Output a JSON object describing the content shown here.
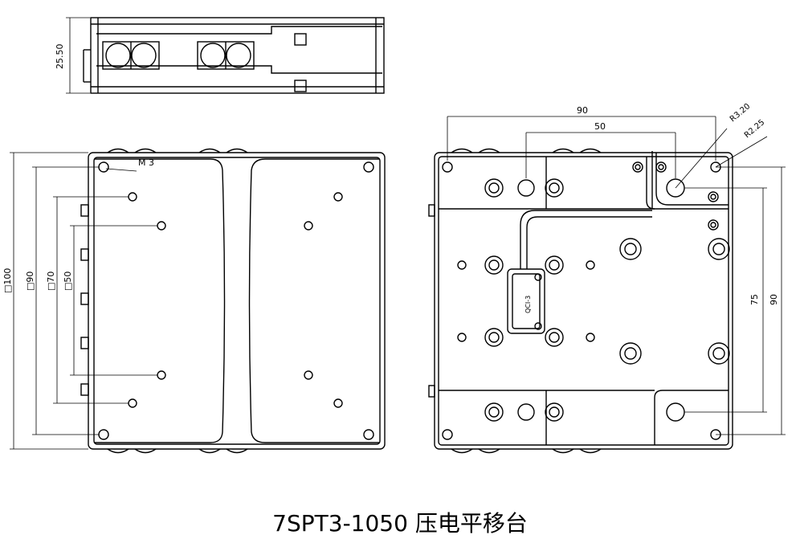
{
  "caption": "7SPT3-1050 压电平移台",
  "dimensions": {
    "top_height": "25.50",
    "m3": "M 3",
    "sq100": "□100",
    "sq90": "□90",
    "sq70": "□70",
    "sq50": "□50",
    "w90": "90",
    "w50": "50",
    "r320": "R3.20",
    "r225": "R2.25",
    "h75": "75",
    "h90": "90"
  },
  "connector_label": "QCI-3"
}
